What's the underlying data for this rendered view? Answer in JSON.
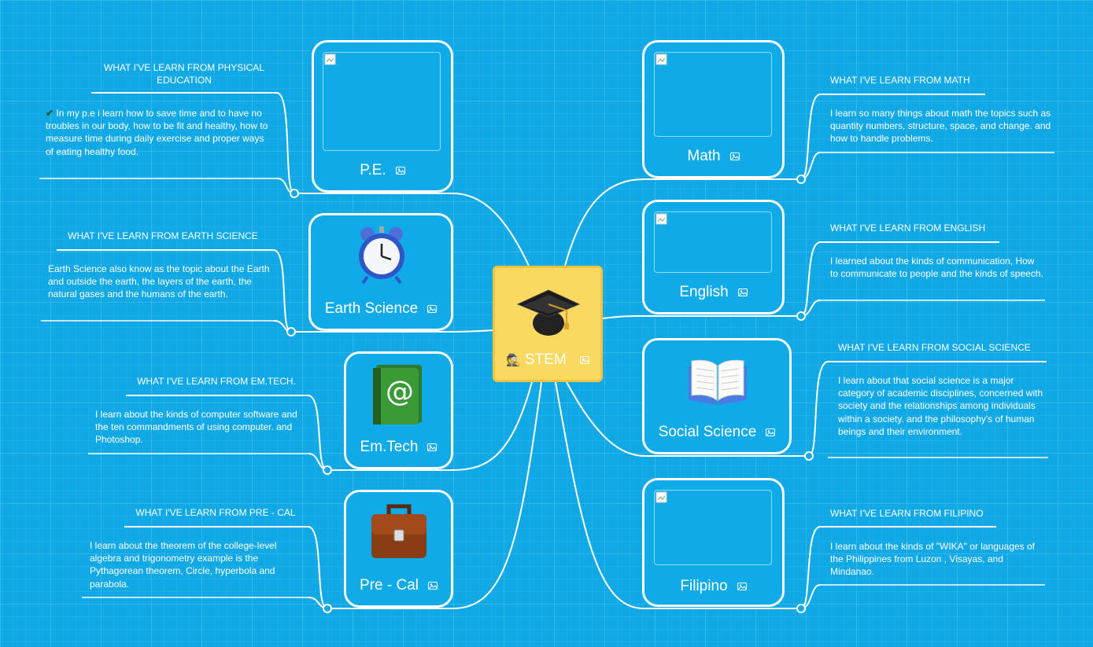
{
  "center": {
    "label": "STEM",
    "icon": "graduation-cap-icon"
  },
  "subjects": {
    "pe": {
      "label": "P.E.",
      "image": "broken-image",
      "note_title": "WHAT I'VE LEARN FROM PHYSICAL EDUCATION",
      "note_body": "In my p.e i learn how to save time and to have no troubles in our body, how to be fit and healthy, how to measure time during daily exercise and proper ways of eating healthy food."
    },
    "earth": {
      "label": "Earth Science",
      "icon": "alarm-clock-icon",
      "note_title": "WHAT I'VE LEARN FROM EARTH SCIENCE",
      "note_body": "Earth Science also know as the topic about the Earth and outside the earth, the layers of the earth, the natural gases and the humans of the earth."
    },
    "emtech": {
      "label": "Em.Tech",
      "icon": "address-book-icon",
      "note_title": "WHAT I'VE LEARN FROM EM.TECH.",
      "note_body": "I learn about the kinds of computer software and the ten commandments of using computer. and Photoshop."
    },
    "precal": {
      "label": "Pre - Cal",
      "icon": "briefcase-icon",
      "note_title": "WHAT I'VE LEARN FROM PRE - CAL",
      "note_body": "I learn about the theorem of the  college-level algebra and trigonometry example is the Pythagorean theorem, Circle, hyperbola and parabola."
    },
    "math": {
      "label": "Math",
      "image": "broken-image",
      "note_title": "WHAT I'VE LEARN FROM MATH",
      "note_body": "I learn so many things about math the  topics such as quantity numbers, structure, space, and change. and how to handle problems."
    },
    "english": {
      "label": "English",
      "image": "broken-image",
      "note_title": "WHAT I'VE LEARN FROM ENGLISH",
      "note_body": "I learned about the kinds of communication, How to communicate to people and the kinds of speech."
    },
    "social": {
      "label": "Social Science",
      "icon": "open-book-icon",
      "note_title": "WHAT I'VE LEARN FROM SOCIAL SCIENCE",
      "note_body": "I learn about that social science is a major category of academic disciplines, concerned with society and the relationships among individuals within a society. and the philosophy's of human beings and their environment."
    },
    "filipino": {
      "label": "Filipino",
      "image": "broken-image",
      "note_title": "WHAT I'VE LEARN FROM FILIPINO",
      "note_body": "I learn about the kinds of \"WIKA\" or languages of the Philippines from Luzon , Visayas, and Mindanao."
    }
  },
  "colors": {
    "background": "#10a9e6",
    "center_fill": "#f9d95f",
    "line": "#ffffff"
  }
}
